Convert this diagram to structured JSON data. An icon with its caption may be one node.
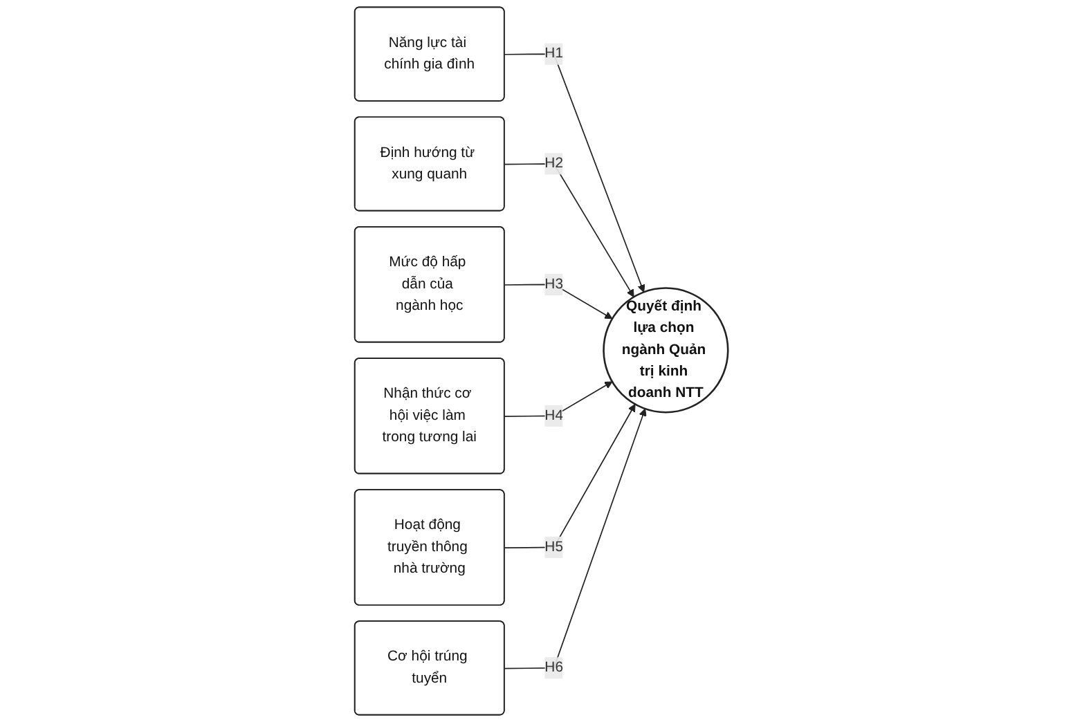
{
  "diagram": {
    "nodes": [
      {
        "text": [
          "Năng lực tài chính gia đình"
        ]
      },
      {
        "text": [
          "Định hướng từ xung quanh"
        ]
      },
      {
        "text": [
          "Mức độ hấp dẫn của ngành học"
        ]
      },
      {
        "text": [
          "Nhận thức cơ hội việc làm trong tương lai"
        ]
      },
      {
        "text": [
          "Hoạt động truyền thông nhà trường"
        ]
      },
      {
        "text": [
          "Cơ hội trúng tuyển"
        ]
      },
      {
        "text": [
          "Quyết định lựa chọn ngành Quản trị kinh doanh NTT"
        ]
      }
    ],
    "edges": [
      {
        "from": 0,
        "to": 6,
        "arrow": "to",
        "label": "H1"
      },
      {
        "from": 1,
        "to": 6,
        "arrow": "to",
        "label": "H2"
      },
      {
        "from": 2,
        "to": 6,
        "arrow": "to",
        "label": "H3"
      },
      {
        "from": 3,
        "to": 6,
        "arrow": "to",
        "label": "H4"
      },
      {
        "from": 4,
        "to": 6,
        "arrow": "to",
        "label": "H5"
      },
      {
        "from": 5,
        "to": 6,
        "arrow": "to",
        "label": "H6"
      }
    ]
  }
}
